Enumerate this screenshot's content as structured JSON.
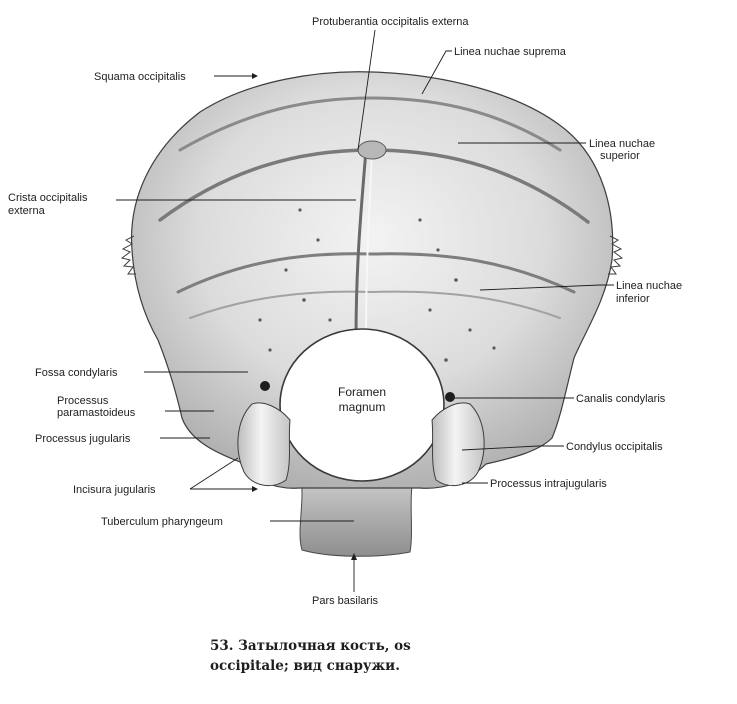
{
  "labels": {
    "protuberantia": "Protuberantia  occipitalis externa",
    "linea_suprema": "Linea nuchae suprema",
    "squama": "Squama occipitalis",
    "linea_superior_1": "Linea nuchae",
    "linea_superior_2": "superior",
    "crista_1": "Crista occipitalis",
    "crista_2": "externa",
    "linea_inferior_1": "Linea nuchae",
    "linea_inferior_2": "inferior",
    "fossa_condylaris": "Fossa condylaris",
    "foramen_1": "Foramen",
    "foramen_2": "magnum",
    "canalis_condylaris": "Canalis condylaris",
    "paramastoideus_1": "Processus",
    "paramastoideus_2": "paramastoideus",
    "jugularis": "Processus jugularis",
    "condylus": "Condylus occipitalis",
    "incisura": "Incisura jugularis",
    "intrajugularis": "Processus intrajugularis",
    "tuberculum": "Tuberculum pharyngeum",
    "pars_basilaris": "Pars basilaris"
  },
  "caption": "53. Затылочная кость, os\noccipitale; вид снаружи."
}
